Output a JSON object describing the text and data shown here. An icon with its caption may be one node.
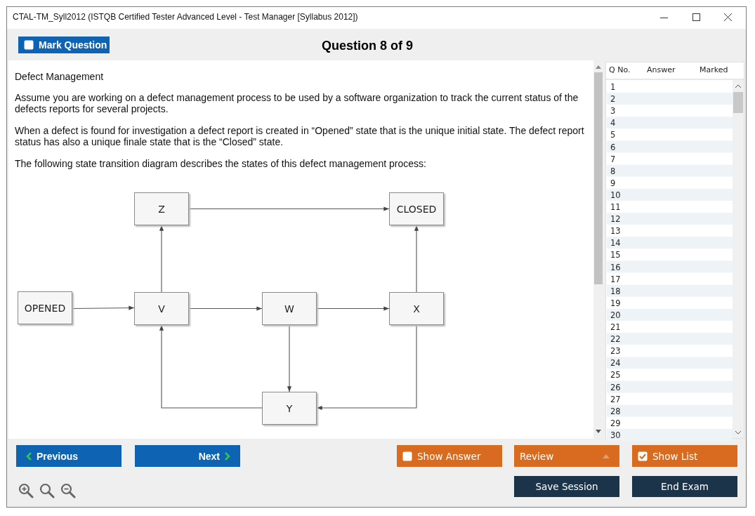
{
  "diagram": {
    "nodes": [
      {
        "text": [
          "Z"
        ]
      },
      {
        "text": [
          "CLOSED"
        ]
      },
      {
        "text": [
          "OPENED"
        ]
      },
      {
        "text": [
          "V"
        ]
      },
      {
        "text": [
          "W"
        ]
      },
      {
        "text": [
          "X"
        ]
      },
      {
        "text": [
          "Y"
        ]
      }
    ],
    "edges": [
      {
        "from": 0,
        "to": 1,
        "arrow": "to"
      },
      {
        "from": 3,
        "to": 0,
        "arrow": "to"
      },
      {
        "from": 5,
        "to": 1,
        "arrow": "to"
      },
      {
        "from": 2,
        "to": 3,
        "arrow": "to"
      },
      {
        "from": 3,
        "to": 4,
        "arrow": "to"
      },
      {
        "from": 4,
        "to": 5,
        "arrow": "to"
      },
      {
        "from": 4,
        "to": 6,
        "arrow": "to"
      },
      {
        "from": 5,
        "to": 6,
        "arrow": "to"
      },
      {
        "from": 6,
        "to": 3,
        "arrow": "to"
      }
    ],
    "labels": [
      "CTAL-TM_Syll2012 (ISTQB Certified Tester Advanced Level - Test Manager [Syllabus 2012])",
      "Mark Question",
      "Question 8 of 9",
      "Defect Management",
      "Assume you are working on a defect management process to be used by a software organization to track the current status of the defects reports for several projects.",
      "When a defect is found for investigation a defect report is created in “Opened” state that is the unique initial state. The defect report status has also a unique finale state that is the “Closed” state.",
      "The following state transition diagram describes the states of this defect management process:",
      "Q No.",
      "Answer",
      "Marked",
      "1",
      "2",
      "3",
      "4",
      "5",
      "6",
      "7",
      "8",
      "9",
      "10",
      "11",
      "12",
      "13",
      "14",
      "15",
      "16",
      "17",
      "18",
      "19",
      "20",
      "21",
      "22",
      "23",
      "24",
      "25",
      "26",
      "27",
      "28",
      "29",
      "30",
      "Previous",
      "Next",
      "Show Answer",
      "Review",
      "Show List",
      "Save Session",
      "End Exam"
    ]
  }
}
